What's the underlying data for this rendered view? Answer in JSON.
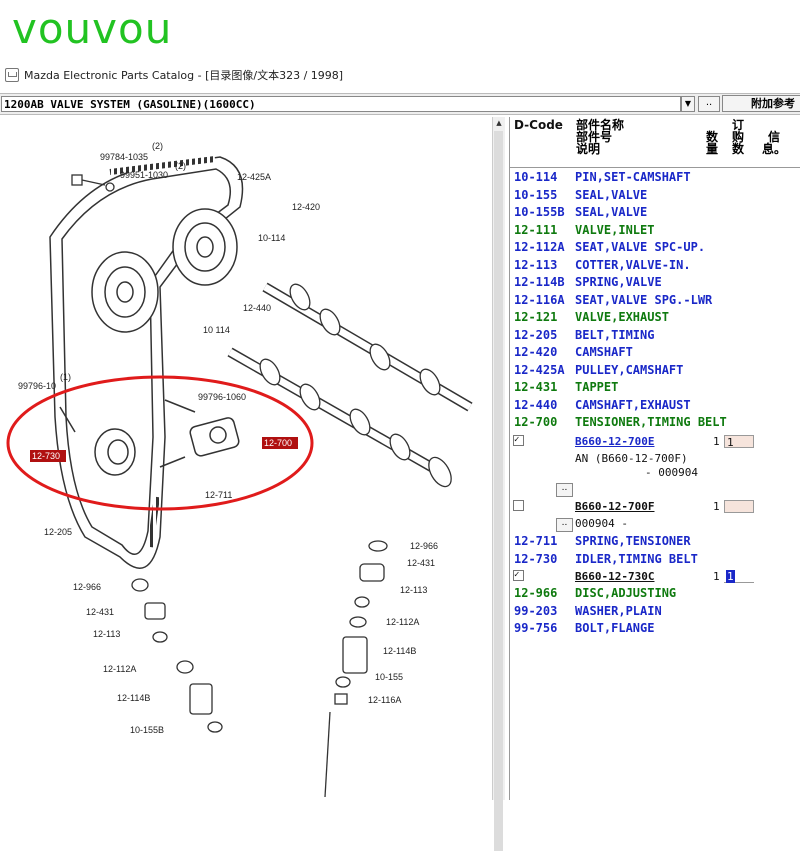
{
  "watermark": "vouvou",
  "window": {
    "title": "Mazda Electronic Parts Catalog - [目录图像/文本323 / 1998]"
  },
  "toolbar": {
    "section": "1200AB  VALVE SYSTEM (GASOLINE)(1600CC)",
    "more_label": "..",
    "ref_label": "附加参考"
  },
  "grid": {
    "headers": {
      "dcode": "D-Code",
      "name": "部件名称\n部件号\n说明",
      "qty": "数\n量",
      "order": "订\n购\n数",
      "info": "信\n息。"
    },
    "rows": [
      {
        "code": "10-114",
        "name": "PIN,SET-CAMSHAFT",
        "color": "blue"
      },
      {
        "code": "10-155",
        "name": "SEAL,VALVE",
        "color": "blue"
      },
      {
        "code": "10-155B",
        "name": "SEAL,VALVE",
        "color": "blue"
      },
      {
        "code": "12-111",
        "name": "VALVE,INLET",
        "color": "green"
      },
      {
        "code": "12-112A",
        "name": "SEAT,VALVE SPC-UP.",
        "color": "blue"
      },
      {
        "code": "12-113",
        "name": "COTTER,VALVE-IN.",
        "color": "blue"
      },
      {
        "code": "12-114B",
        "name": "SPRING,VALVE",
        "color": "blue"
      },
      {
        "code": "12-116A",
        "name": "SEAT,VALVE SPG.-LWR",
        "color": "blue"
      },
      {
        "code": "12-121",
        "name": "VALVE,EXHAUST",
        "color": "green"
      },
      {
        "code": "12-205",
        "name": "BELT,TIMING",
        "color": "blue"
      },
      {
        "code": "12-420",
        "name": "CAMSHAFT",
        "color": "blue"
      },
      {
        "code": "12-425A",
        "name": "PULLEY,CAMSHAFT",
        "color": "blue"
      },
      {
        "code": "12-431",
        "name": "TAPPET",
        "color": "green"
      },
      {
        "code": "12-440",
        "name": "CAMSHAFT,EXHAUST",
        "color": "blue"
      },
      {
        "code": "12-700",
        "name": "TENSIONER,TIMING BELT",
        "color": "green"
      }
    ],
    "sub700": {
      "part1": "B660-12-700E",
      "qty1": "1",
      "order1": "1",
      "desc1a": "AN (B660-12-700F)",
      "desc1b": "- 000904",
      "more1": "..",
      "part2": "B660-12-700F",
      "qty2": "1",
      "order2": "",
      "desc2": "000904  -",
      "more2": ".."
    },
    "rows2": [
      {
        "code": "12-711",
        "name": "SPRING,TENSIONER",
        "color": "blue"
      },
      {
        "code": "12-730",
        "name": "IDLER,TIMING BELT",
        "color": "blue"
      }
    ],
    "sub730": {
      "part": "B660-12-730C",
      "qty": "1",
      "order": "1"
    },
    "rows3": [
      {
        "code": "12-966",
        "name": "DISC,ADJUSTING",
        "color": "green"
      },
      {
        "code": "99-203",
        "name": "WASHER,PLAIN",
        "color": "blue"
      },
      {
        "code": "99-756",
        "name": "BOLT,FLANGE",
        "color": "blue"
      }
    ]
  },
  "diagram": {
    "labels": {
      "l99784": "99784-1035",
      "l99951": "99951-1030",
      "q2a": "(2)",
      "q2b": "(2)",
      "l425a": "12-425A",
      "l420": "12-420",
      "l10114a": "10-114",
      "l440": "12-440",
      "l10114b": "10 114",
      "l99796a": "99796-10",
      "q1": "(1)",
      "l99796b": "99796-1060",
      "h730": "12-730",
      "h700": "12-700",
      "l711": "12-711",
      "l205": "12-205",
      "l966a": "12-966",
      "l431a": "12-431",
      "l113a": "12-113",
      "l112a": "12-112A",
      "l114b": "12-114B",
      "l10155b": "10-155B",
      "l966b": "12-966",
      "l431b": "12-431",
      "l113b": "12-113",
      "l112b": "12-112A",
      "l114bb": "12-114B",
      "l10155": "10-155",
      "l116a": "12-116A"
    }
  },
  "colors": {
    "highlight": "#b01010",
    "circle": "#e01b1b",
    "green_text": "#0f7a0f",
    "blue_text": "#1a28c8"
  }
}
